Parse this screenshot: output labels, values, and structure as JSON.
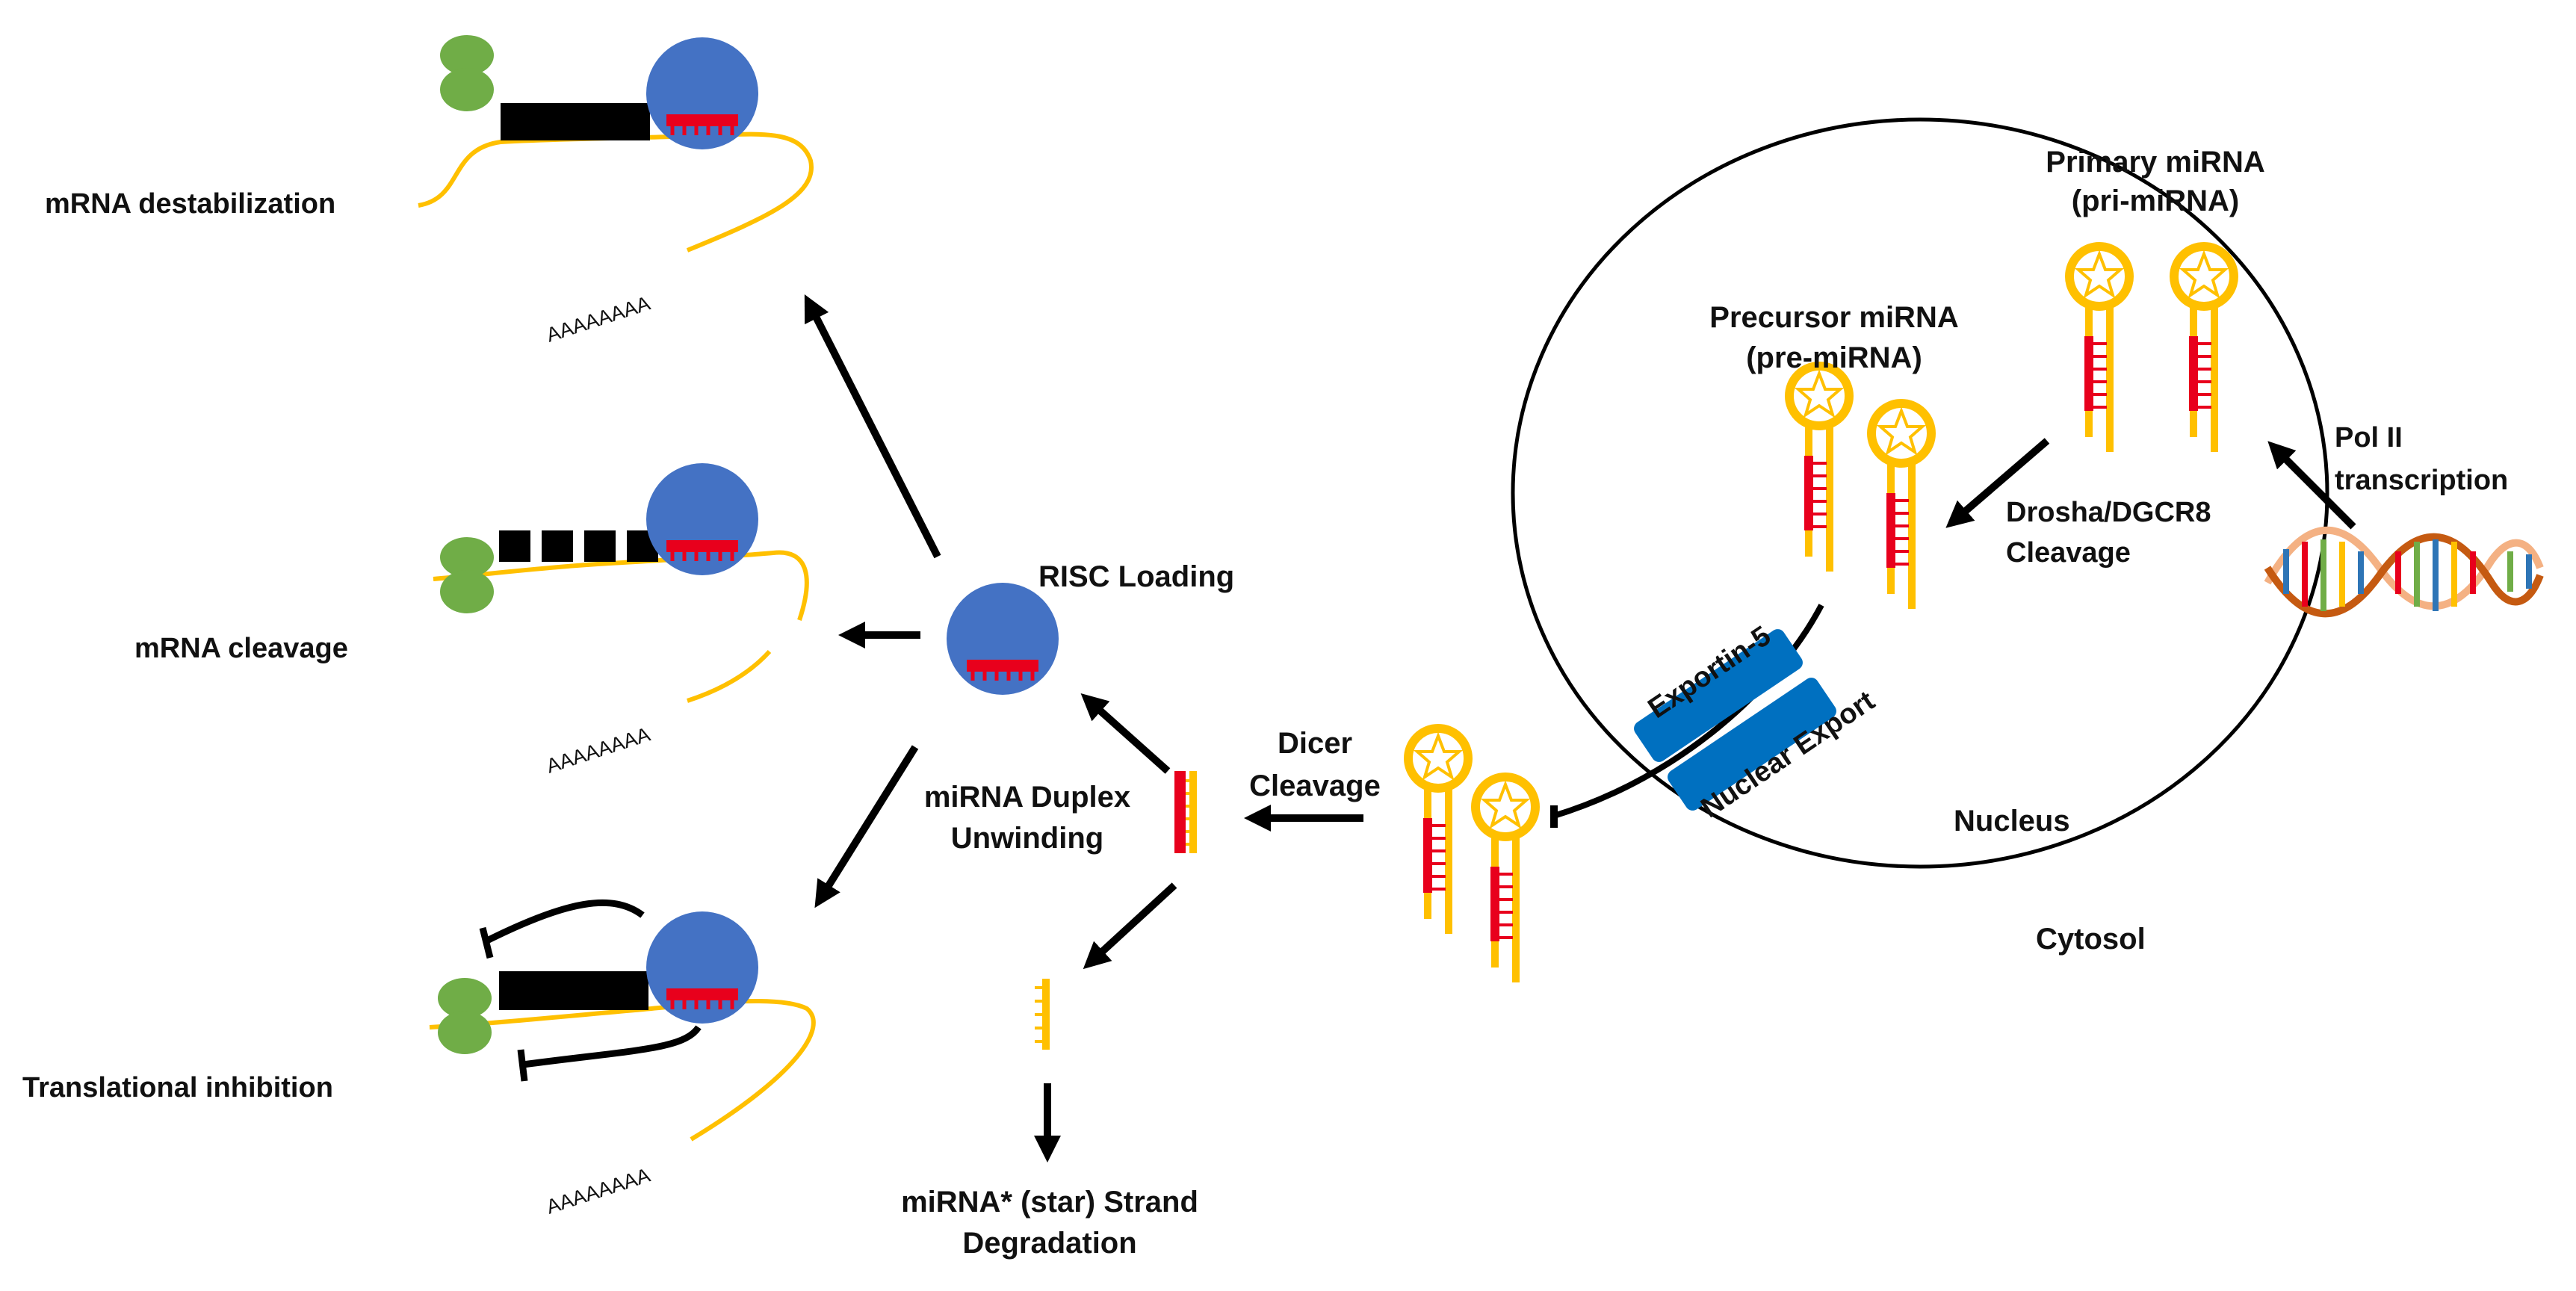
{
  "labels": {
    "primary_mirna_line1": "Primary miRNA",
    "primary_mirna_line2": "(pri-miRNA)",
    "precursor_mirna_line1": "Precursor miRNA",
    "precursor_mirna_line2": "(pre-miRNA)",
    "pol2_line1": "Pol II",
    "pol2_line2": "transcription",
    "drosha_line1": "Drosha/DGCR8",
    "drosha_line2": "Cleavage",
    "exportin": "Exportin-5",
    "nuclear_export": "Nuclear Export",
    "nucleus": "Nucleus",
    "cytosol": "Cytosol",
    "dicer_line1": "Dicer",
    "dicer_line2": "Cleavage",
    "unwinding_line1": "miRNA Duplex",
    "unwinding_line2": "Unwinding",
    "risc_loading": "RISC Loading",
    "star_line1": "miRNA* (star) Strand",
    "star_line2": "Degradation",
    "outcome_destabilization": "mRNA  destabilization",
    "outcome_cleavage": "mRNA  cleavage",
    "outcome_inhibition": "Translational inhibition",
    "polya_1": "AAAAAAAA",
    "polya_2": "AAAAAAAA",
    "polya_3": "AAAAAAAA"
  },
  "colors": {
    "rna_strand": "#FFC000",
    "mirna_guide": "#E8001C",
    "argonaute": "#4472C4",
    "ribosome": "#70AD47",
    "exportin": "#0070C0",
    "protein_block": "#000000",
    "arrow": "#000000"
  },
  "icons": {
    "dna": "dna-double-helix-icon",
    "hairpin": "rna-hairpin-icon",
    "ago": "argonaute-protein-icon",
    "ribosome": "ribosome-icon",
    "exportin": "exportin-5-channel-icon"
  }
}
